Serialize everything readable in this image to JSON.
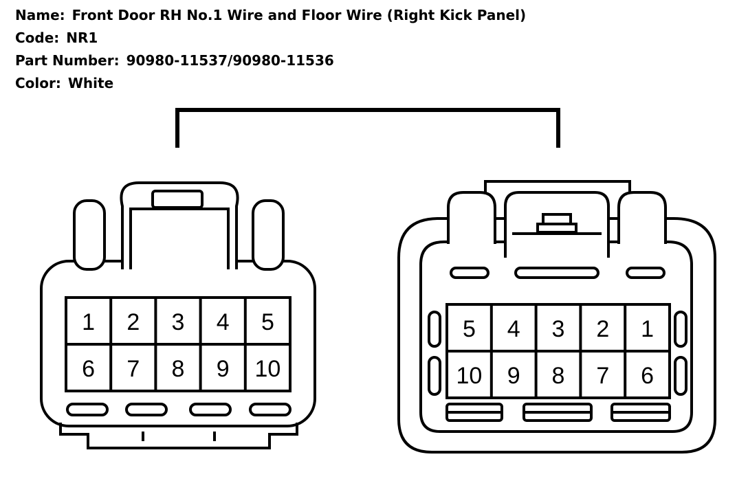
{
  "info": {
    "name_label": "Name:",
    "name_value": "Front Door RH No.1 Wire and Floor Wire (Right Kick Panel)",
    "code_label": "Code:",
    "code_value": "NR1",
    "part_label": "Part Number:",
    "part_value": "90980-11537/90980-11536",
    "color_label": "Color:",
    "color_value": "White"
  },
  "connector_left": {
    "pins_top": [
      "1",
      "2",
      "3",
      "4",
      "5"
    ],
    "pins_bottom": [
      "6",
      "7",
      "8",
      "9",
      "10"
    ]
  },
  "connector_right": {
    "pins_top": [
      "5",
      "4",
      "3",
      "2",
      "1"
    ],
    "pins_bottom": [
      "10",
      "9",
      "8",
      "7",
      "6"
    ]
  },
  "colors": {
    "line": "#000000",
    "background": "#ffffff"
  }
}
